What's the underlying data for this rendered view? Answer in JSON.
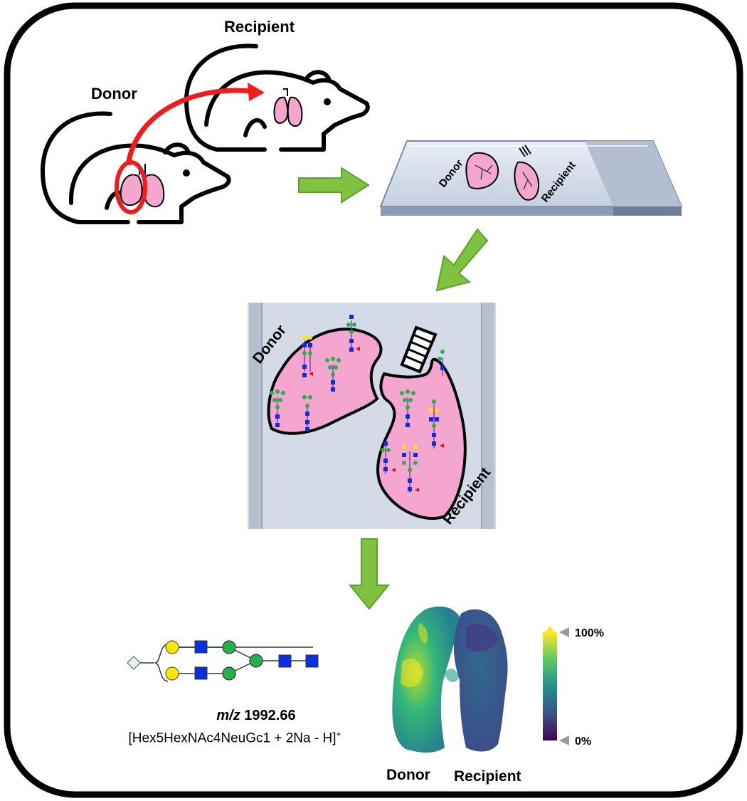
{
  "labels": {
    "donor": "Donor",
    "recipient": "Recipient"
  },
  "slide_labels": {
    "donor": "Donor",
    "recipient": "Recipient"
  },
  "zoom_labels": {
    "donor": "Donor",
    "recipient": "Recipient"
  },
  "ion_image_labels": {
    "donor": "Donor",
    "recipient": "Recipient"
  },
  "glycan": {
    "mz_prefix": "m/z",
    "mz_value": "1992.66",
    "formula": "[Hex5HexNAc4NeuGc1 + 2Na - H]",
    "charge": "+"
  },
  "colorbar": {
    "max_label": "100%",
    "min_label": "0%",
    "colormap": "viridis",
    "colors": [
      "#fde725",
      "#5ec962",
      "#21918c",
      "#3b528b",
      "#440154"
    ]
  },
  "colors": {
    "arrow_green": "#7fc241",
    "transplant_arrow": "#ee1c1c",
    "lung_pink": "#f4a6cf",
    "glycan_galactose": "#ffe600",
    "glycan_mannose": "#22b14c",
    "glycan_glcnac": "#0a2fdc",
    "glycan_fucose": "#dd1111"
  }
}
